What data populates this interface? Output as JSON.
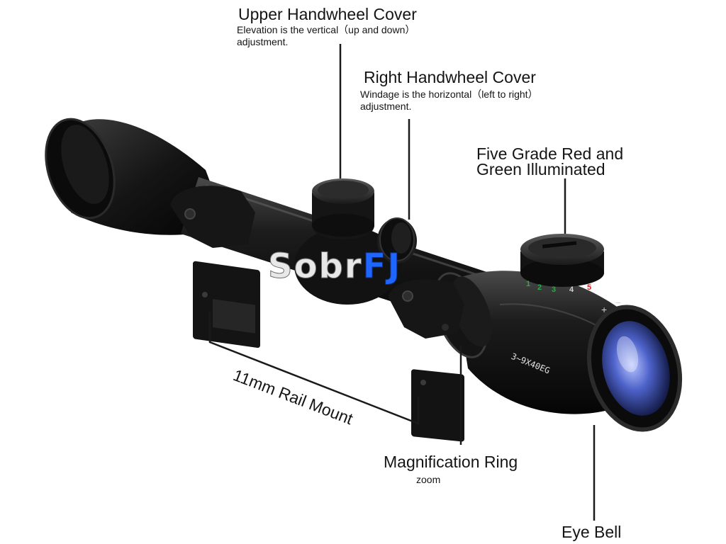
{
  "labels": {
    "upper": {
      "title": "Upper Handwheel Cover",
      "desc_line1": "Elevation is the vertical（up and down）",
      "desc_line2": "adjustment."
    },
    "right": {
      "title": "Right Handwheel Cover",
      "desc_line1": "Windage is the horizontal（left to right）",
      "desc_line2": "adjustment."
    },
    "illum": {
      "title_line1": "Five Grade Red and",
      "title_line2": "Green Illuminated"
    },
    "rail": {
      "title": "11mm Rail Mount"
    },
    "mag": {
      "title": "Magnification Ring",
      "desc": "zoom"
    },
    "eye": {
      "title": "Eye Bell"
    }
  },
  "scope": {
    "model_marking": "3~9X40EG",
    "dial_numbers": [
      "1",
      "2",
      "3",
      "4",
      "5"
    ],
    "turret_symbols": [
      "+",
      "−"
    ]
  },
  "watermark": {
    "part1": "Sobr",
    "part2": "FJ"
  },
  "colors": {
    "scope_body": "#111111",
    "lens_blue": "#3a4fa8",
    "dial_red": "#d62020",
    "dial_green": "#2aa84a",
    "watermark_blue": "#1e66ff"
  }
}
